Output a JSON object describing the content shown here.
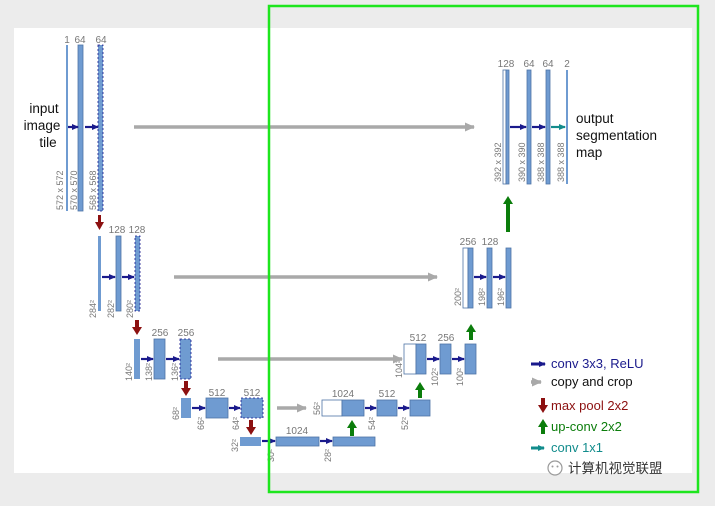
{
  "diagram": {
    "input_label": [
      "input",
      "image",
      "tile"
    ],
    "output_label": [
      "output",
      "segmentation",
      "map"
    ],
    "colors": {
      "block_fill": "#6f9bd1",
      "block_stroke": "#4e74a6",
      "conv": "#1a1a8c",
      "copy": "#a9a9a9",
      "pool": "#8c1010",
      "upconv": "#0b7d0b",
      "conv1x1": "#128c8c",
      "highlight": "#1ee61e"
    },
    "levels": {
      "enc1": {
        "channels": [
          "1",
          "64",
          "64"
        ],
        "sizes": [
          "572 x 572",
          "570 x 570",
          "568 x 568"
        ]
      },
      "enc2": {
        "channels": [
          "128",
          "128"
        ],
        "sizes": [
          "284²",
          "282²",
          "280²"
        ]
      },
      "enc3": {
        "channels": [
          "256",
          "256"
        ],
        "sizes": [
          "140²",
          "138²",
          "136²"
        ]
      },
      "enc4": {
        "channels": [
          "512",
          "512"
        ],
        "sizes": [
          "68²",
          "66²",
          "64²"
        ]
      },
      "bottom": {
        "channels": [
          "1024"
        ],
        "sizes": [
          "32²",
          "30²",
          "28²"
        ]
      },
      "dec4": {
        "channels": [
          "1024",
          "512"
        ],
        "sizes": [
          "56²",
          "54²",
          "52²"
        ]
      },
      "dec3": {
        "channels": [
          "512",
          "256"
        ],
        "sizes": [
          "104²",
          "102²",
          "100²"
        ]
      },
      "dec2": {
        "channels": [
          "256",
          "128"
        ],
        "sizes": [
          "200²",
          "198²",
          "196²"
        ]
      },
      "dec1": {
        "channels": [
          "128",
          "64",
          "64",
          "2"
        ],
        "sizes": [
          "392 x 392",
          "390 x 390",
          "388 x 388",
          "388 x 388"
        ]
      }
    },
    "legend": [
      {
        "key": "conv",
        "label": "conv 3x3, ReLU",
        "color": "#1a1a8c"
      },
      {
        "key": "copy",
        "label": "copy and crop",
        "color": "#111111"
      },
      {
        "key": "pool",
        "label": "max pool 2x2",
        "color": "#8c1010"
      },
      {
        "key": "upconv",
        "label": "up-conv 2x2",
        "color": "#0b7d0b"
      },
      {
        "key": "conv1x1",
        "label": "conv 1x1",
        "color": "#128c8c"
      }
    ],
    "watermark": "计算机视觉联盟"
  }
}
